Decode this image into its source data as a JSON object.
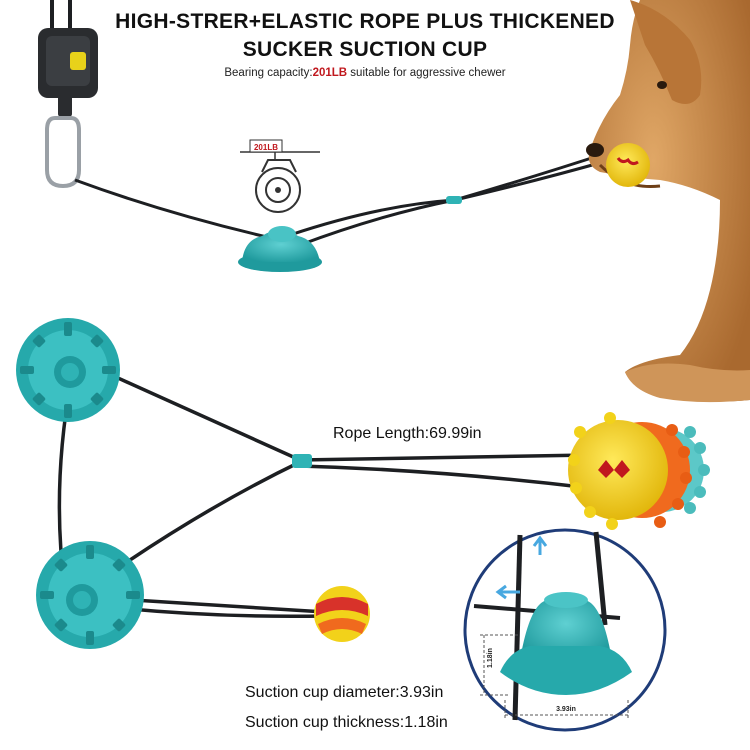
{
  "header": {
    "title_line1": "HIGH-STRER+ELASTIC ROPE PLUS THICKENED",
    "title_line2": "SUCKER SUCTION CUP",
    "subtitle_prefix": "Bearing capacity:",
    "subtitle_highlight": "201LB",
    "subtitle_suffix": " suitable for aggressive chewer"
  },
  "weight_icon": {
    "label": "201LB"
  },
  "captions": {
    "rope_length": "Rope Length:69.99in",
    "cup_diameter": "Suction cup diameter:3.93in",
    "cup_thickness": "Suction cup thickness:1.18in"
  },
  "dimensions": {
    "height_label": "1.18in",
    "width_label": "3.93in"
  },
  "colors": {
    "teal": "#2fb3b5",
    "teal_dark": "#1f8f92",
    "rope": "#1d1f22",
    "ball_yellow": "#f2d21a",
    "ball_orange": "#f06a1e",
    "ball_red": "#d8322a",
    "dog_fur": "#c98a4a",
    "accent_red": "#c0181e"
  }
}
